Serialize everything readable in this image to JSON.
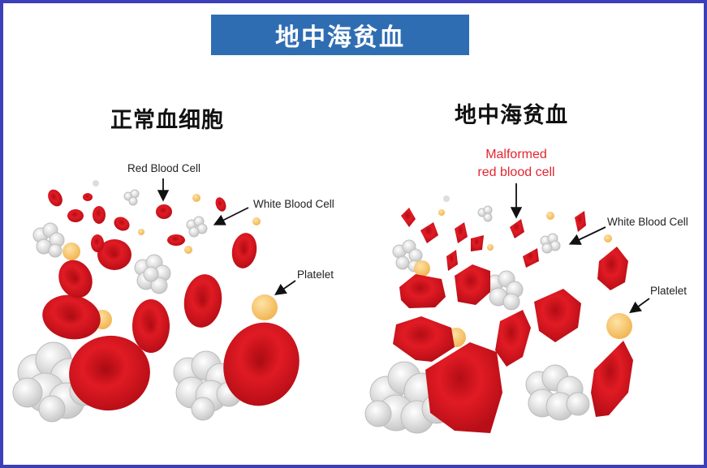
{
  "title": "地中海贫血",
  "left_panel": {
    "heading": "正常血细胞",
    "labels": {
      "red_blood_cell": "Red Blood Cell",
      "white_blood_cell": "White Blood Cell",
      "platelet": "Platelet"
    }
  },
  "right_panel": {
    "heading": "地中海贫血",
    "labels": {
      "malformed_line1": "Malformed",
      "malformed_line2": "red blood cell",
      "white_blood_cell": "White Blood Cell",
      "platelet": "Platelet"
    }
  },
  "colors": {
    "border": "#3d3fb8",
    "banner": "#2f6db3",
    "red_cell": "#d4141f",
    "platelet": "#f6c36c",
    "white_cell": "#dcdcdc",
    "malformed_label": "#e4252f"
  }
}
